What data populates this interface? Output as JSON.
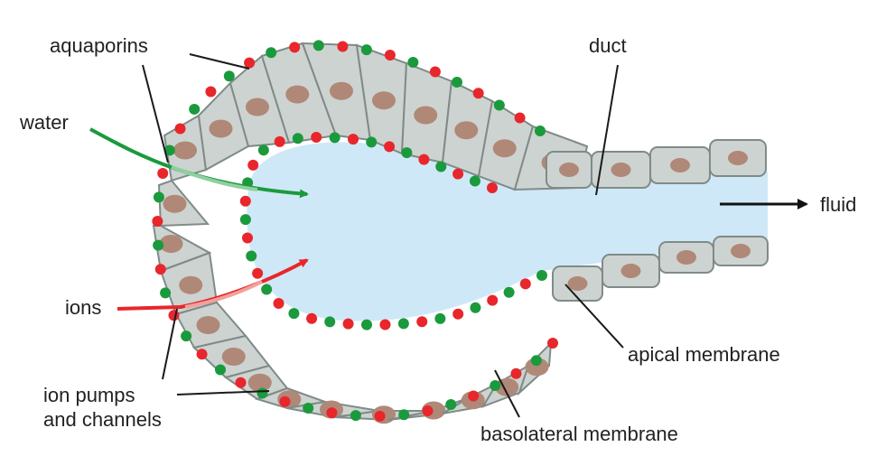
{
  "labels": {
    "aquaporins": "aquaporins",
    "water": "water",
    "ions": "ions",
    "ion_pumps_line1": "ion pumps",
    "ion_pumps_line2": "and channels",
    "duct": "duct",
    "fluid": "fluid",
    "apical_membrane": "apical membrane",
    "basolateral_membrane": "basolateral membrane"
  },
  "colors": {
    "cell_fill": "#cdd3d0",
    "lumen": "#cfe8f7",
    "nucleus": "#b08878",
    "aquaporin_dot": "#1a9a3c",
    "ion_pump_dot": "#e8262b",
    "water_arrow": "#1a9a3c",
    "ions_arrow": "#e8262b",
    "fluid_arrow": "#111111"
  }
}
